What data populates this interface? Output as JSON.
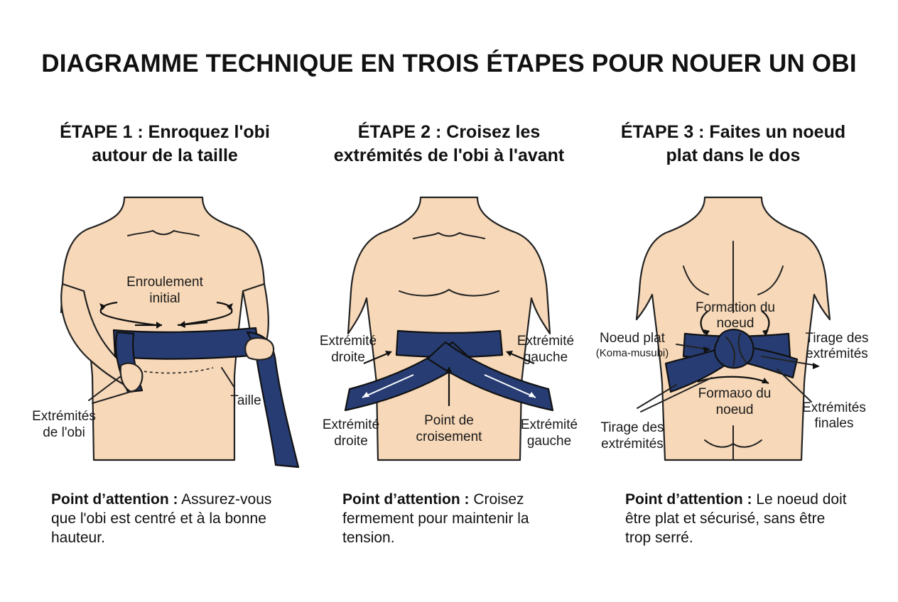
{
  "title": "DIAGRAMME TECHNIQUE EN TROIS ÉTAPES POUR NOUER UN OBI",
  "colors": {
    "obi": "#263c73",
    "skin": "#f7d8b8",
    "outline": "#222222"
  },
  "steps": [
    {
      "title_line1": "ÉTAPE 1 : Enroquez l'obi",
      "title_line2": "autour de la taille",
      "labels": {
        "enroulement_l1": "Enroulement",
        "enroulement_l2": "initial",
        "taille": "Taille",
        "extremites_l1": "Extrémités",
        "extremites_l2": "de l'obi"
      },
      "note_label": "Point d’attention :",
      "note_line1": " Assurez-vous",
      "note_line2": "que l'obi est centré et à la bonne",
      "note_line3": "hauteur."
    },
    {
      "title_line1": "ÉTAPE 2 : Croisez les",
      "title_line2": "extrémités de l'obi à l'avant",
      "labels": {
        "ext_droite_top_l1": "Extrémité",
        "ext_droite_top_l2": "droite",
        "ext_gauche_top_l1": "Extrémité",
        "ext_gauche_top_l2": "gauche",
        "ext_droite_bot_l1": "Extrémité",
        "ext_droite_bot_l2": "droite",
        "ext_gauche_bot_l1": "Extrémité",
        "ext_gauche_bot_l2": "gauche",
        "croisement_l1": "Point de",
        "croisement_l2": "croisement"
      },
      "note_label": "Point d’attention :",
      "note_line1": " Croisez",
      "note_line2": "fermement pour maintenir la",
      "note_line3": "tension."
    },
    {
      "title_line1": "ÉTAPE 3 : Faites un noeud",
      "title_line2": "plat dans le dos",
      "labels": {
        "formation_top_l1": "Formation du",
        "formation_top_l2": "noeud",
        "noeud_plat_l1": "Noeud plat",
        "noeud_plat_l2": "(Koma-musubi)",
        "tirage_right_l1": "Tirage des",
        "tirage_right_l2": "extrémités",
        "formation_bot_l1": "Formaʊo du",
        "formation_bot_l2": "noeud",
        "finales_l1": "Extrémités",
        "finales_l2": "finales",
        "tirage_left_l1": "Tirage des",
        "tirage_left_l2": "extrémités"
      },
      "note_label": "Point d’attention :",
      "note_line1": " Le noeud doit",
      "note_line2": "être plat et sécurisé, sans être",
      "note_line3": "trop serré."
    }
  ]
}
